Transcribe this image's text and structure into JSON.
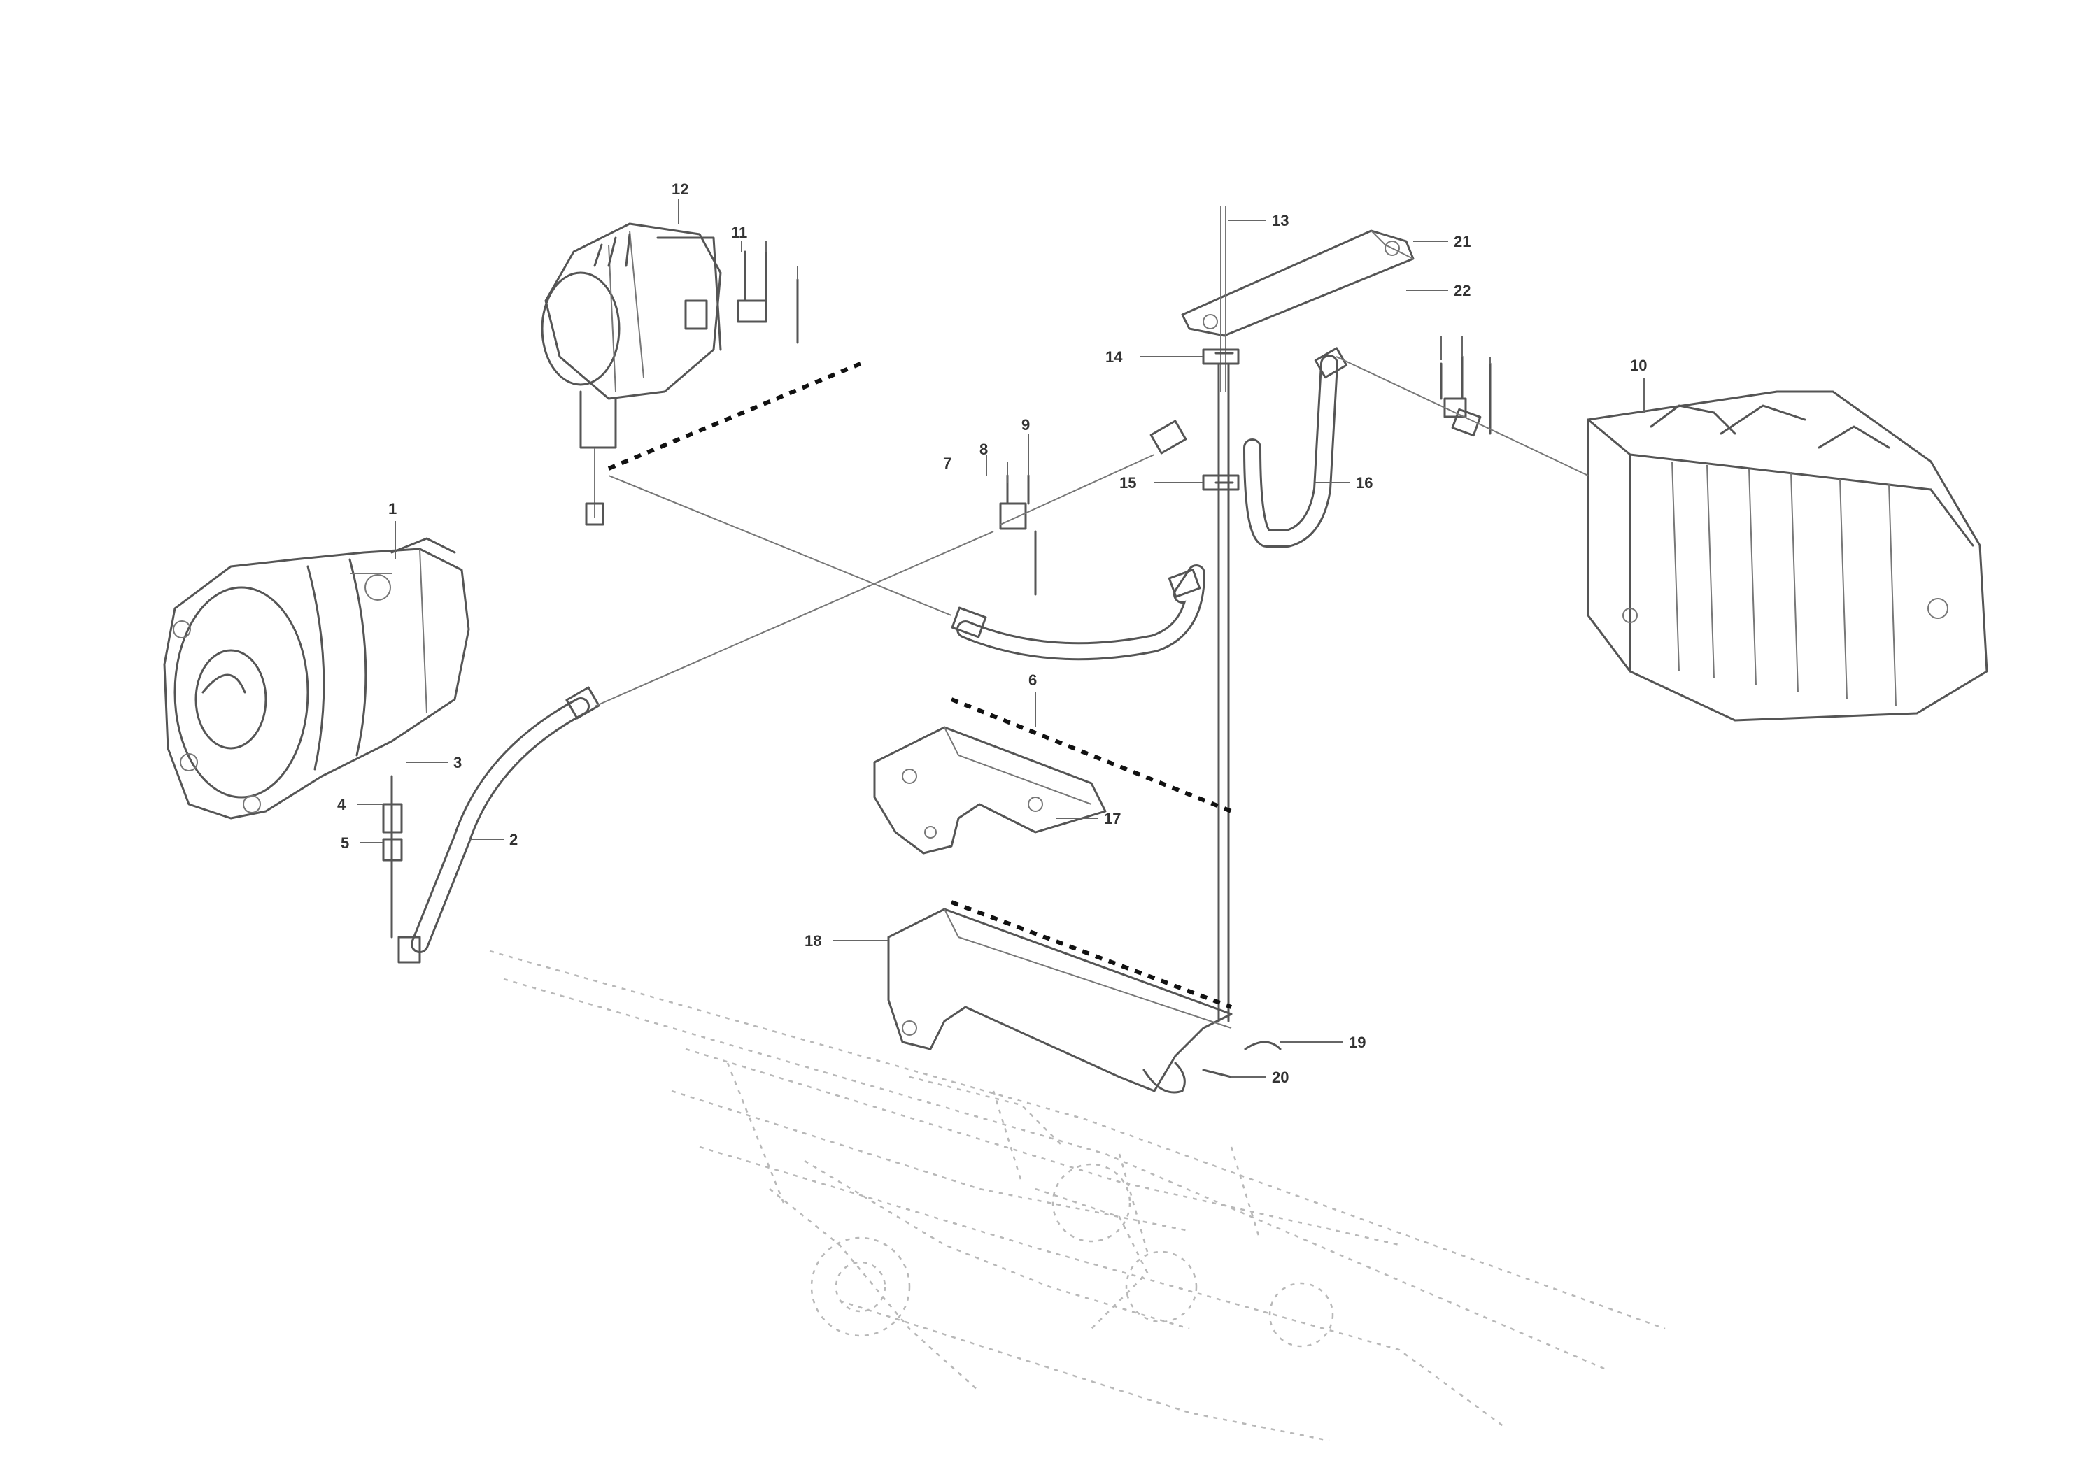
{
  "callouts": [
    {
      "id": "1",
      "label": "1"
    },
    {
      "id": "2",
      "label": "2"
    },
    {
      "id": "3",
      "label": "3"
    },
    {
      "id": "4",
      "label": "4"
    },
    {
      "id": "5",
      "label": "5"
    },
    {
      "id": "6",
      "label": "6"
    },
    {
      "id": "7",
      "label": "7"
    },
    {
      "id": "8",
      "label": "8"
    },
    {
      "id": "9",
      "label": "9"
    },
    {
      "id": "10",
      "label": "10"
    },
    {
      "id": "11",
      "label": "11"
    },
    {
      "id": "12",
      "label": "12"
    },
    {
      "id": "13",
      "label": "13"
    },
    {
      "id": "14",
      "label": "14"
    },
    {
      "id": "15",
      "label": "15"
    },
    {
      "id": "16",
      "label": "16"
    },
    {
      "id": "17",
      "label": "17"
    },
    {
      "id": "18",
      "label": "18"
    },
    {
      "id": "19",
      "label": "19"
    },
    {
      "id": "20",
      "label": "20"
    },
    {
      "id": "21",
      "label": "21"
    },
    {
      "id": "22",
      "label": "22"
    }
  ],
  "corner_info": {
    "line1": "",
    "line2": "",
    "line3": ""
  }
}
